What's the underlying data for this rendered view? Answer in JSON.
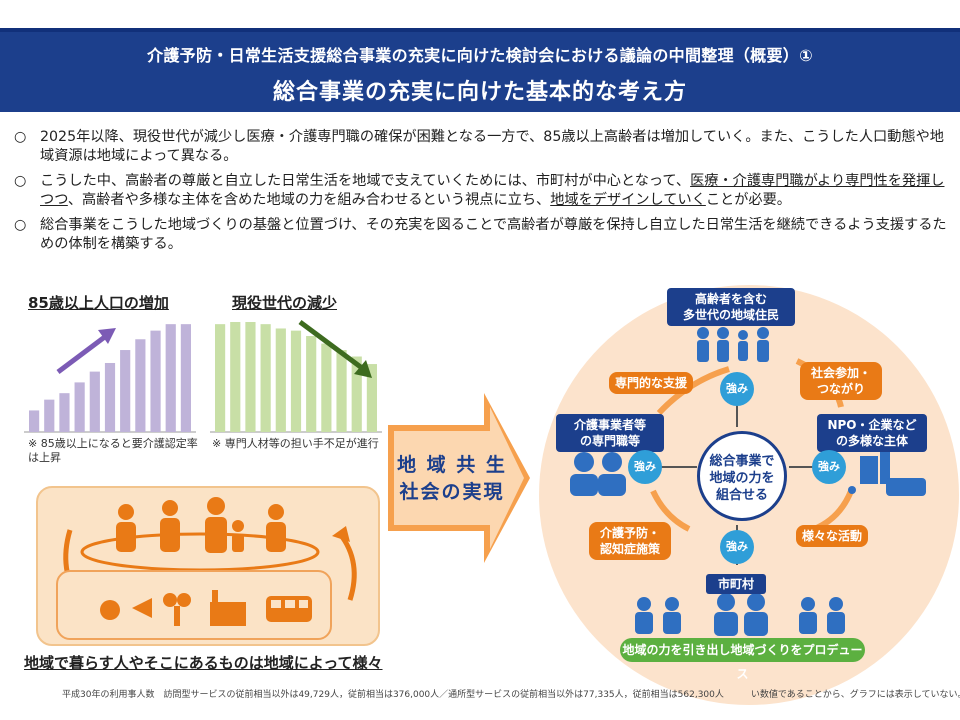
{
  "header": {
    "title_line1": "介護予防・日常生活支援総合事業の充実に向けた検討会における議論の中間整理（概要）①",
    "title_line2": "総合事業の充実に向けた基本的な考え方"
  },
  "bullets": [
    {
      "mark": "○",
      "parts": [
        {
          "text": "2025年以降、現役世代が減少し医療・介護専門職の確保が困難となる一方で、85歳以上高齢者は増加していく。また、こうした人口動態や地域資源は地域によって異なる。",
          "underline": false
        }
      ]
    },
    {
      "mark": "○",
      "parts": [
        {
          "text": "こうした中、高齢者の尊厳と自立した日常生活を地域で支えていくためには、市町村が中心となって、",
          "underline": false
        },
        {
          "text": "医療・介護専門職がより専門性を発揮しつつ",
          "underline": true
        },
        {
          "text": "、高齢者や多様な主体を含めた地域の力を組み合わせるという視点に立ち、",
          "underline": false
        },
        {
          "text": "地域をデザインしていく",
          "underline": true
        },
        {
          "text": "ことが必要。",
          "underline": false
        }
      ]
    },
    {
      "mark": "○",
      "parts": [
        {
          "text": "総合事業をこうした地域づくりの基盤と位置づけ、その充実を図ることで高齢者が尊厳を保持し自立した日常生活を継続できるよう支援するための体制を構築する。",
          "underline": false
        }
      ]
    }
  ],
  "chart_data": [
    {
      "type": "bar",
      "title": "85歳以上人口の増加",
      "note": "※ 85歳以上になると要介護認定率は上昇",
      "values": [
        2,
        3,
        3.6,
        4.6,
        5.6,
        6.4,
        7.6,
        8.6,
        9.4,
        10,
        10
      ],
      "color": "#bfb3d9",
      "trend_arrow_color": "#7c5bb5",
      "trend": "up"
    },
    {
      "type": "bar",
      "title": "現役世代の減少",
      "note": "※ 専門人材等の担い手不足が進行",
      "values": [
        10,
        10.2,
        10.2,
        10,
        9.6,
        9.4,
        8.9,
        8.2,
        7.6,
        7.0,
        6.3
      ],
      "color": "#c8dfa6",
      "trend_arrow_color": "#3d6b1f",
      "trend": "down"
    }
  ],
  "arrow": {
    "line1": "地 域 共 生",
    "line2": "社会の実現",
    "color": "#f6a04d"
  },
  "panel": {
    "bottom_label": "地域で暮らす人やそこにあるものは地域によって様々"
  },
  "diagram": {
    "top_node": "高齢者を含む\n多世代の地域住民",
    "left_node": "介護事業者等\nの専門職等",
    "right_node": "NPO・企業など\nの多様な主体",
    "center": "総合事業で\n地域の力を\n組合せる",
    "city": "市町村",
    "tags": {
      "professional_support": "専門的な支援",
      "social_participation": "社会参加・\nつながり",
      "prevention": "介護予防・\n認知症施策",
      "activities": "様々な活動"
    },
    "strength_label": "強み",
    "green_bar": "地域の力を引き出し地域づくりをプロデュース"
  },
  "footnote": "平成30年の利用事人数　訪問型サービスの従前相当以外は49,729人，従前相当は376,000人／通所型サービスの従前相当以外は77,335人，従前相当は562,300人　　　い数値であることから、グラフには表示していない。"
}
